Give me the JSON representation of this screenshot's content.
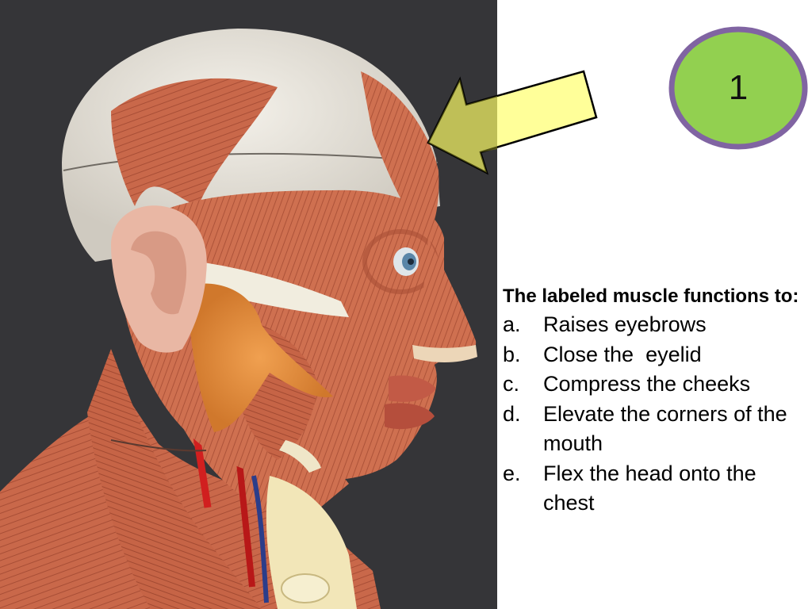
{
  "badge": {
    "number": "1",
    "fill_color": "#92d050",
    "border_color": "#8064a2"
  },
  "arrow": {
    "fill_color": "#ffff99",
    "stroke_color": "#000000",
    "direction": "pointing-left-down"
  },
  "photo": {
    "subject": "anatomical head model",
    "background_color": "#3a3a3c"
  },
  "question": {
    "title": "The labeled muscle functions to:",
    "options": [
      {
        "letter": "a.",
        "text": "Raises eyebrows"
      },
      {
        "letter": "b.",
        "text": "Close the  eyelid"
      },
      {
        "letter": "c.",
        "text": "Compress the cheeks"
      },
      {
        "letter": "d.",
        "text": "Elevate the corners of the mouth"
      },
      {
        "letter": "e.",
        "text": "Flex the head onto the chest"
      }
    ]
  }
}
